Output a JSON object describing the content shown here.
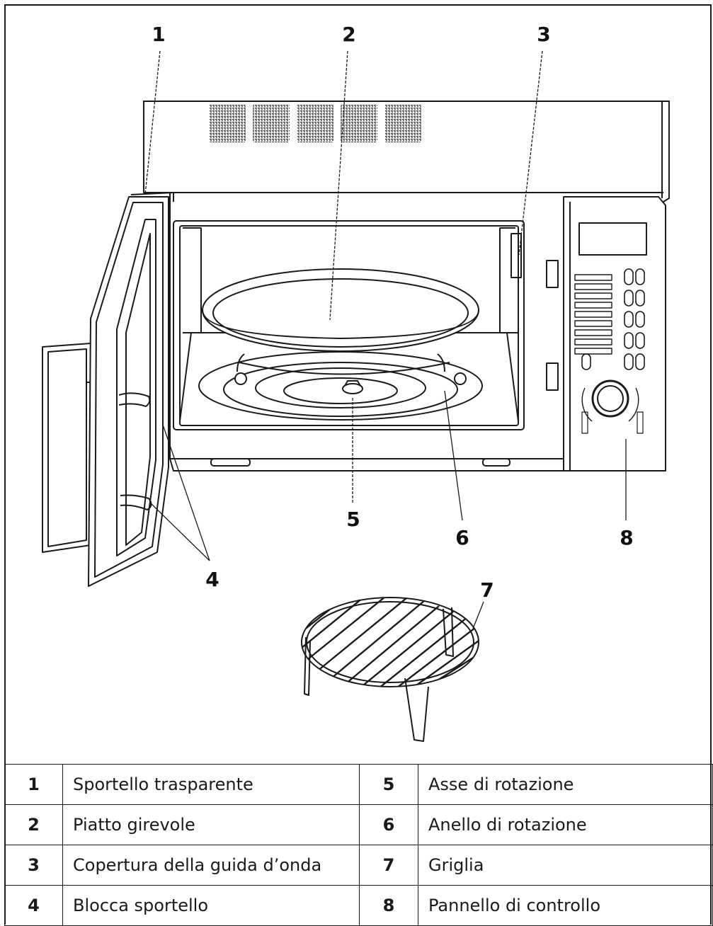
{
  "callouts": [
    "1",
    "2",
    "3",
    "4",
    "5",
    "6",
    "7",
    "8"
  ],
  "legend": [
    {
      "n": "1",
      "label": "Sportello trasparente"
    },
    {
      "n": "2",
      "label": "Piatto girevole"
    },
    {
      "n": "3",
      "label": "Copertura della guida d’onda"
    },
    {
      "n": "4",
      "label": "Blocca sportello"
    },
    {
      "n": "5",
      "label": "Asse di rotazione"
    },
    {
      "n": "6",
      "label": "Anello di rotazione"
    },
    {
      "n": "7",
      "label": "Griglia"
    },
    {
      "n": "8",
      "label": "Pannello di controllo"
    }
  ],
  "colors": {
    "line": "#1a1a1a",
    "vent": "#333333",
    "background": "#ffffff"
  }
}
